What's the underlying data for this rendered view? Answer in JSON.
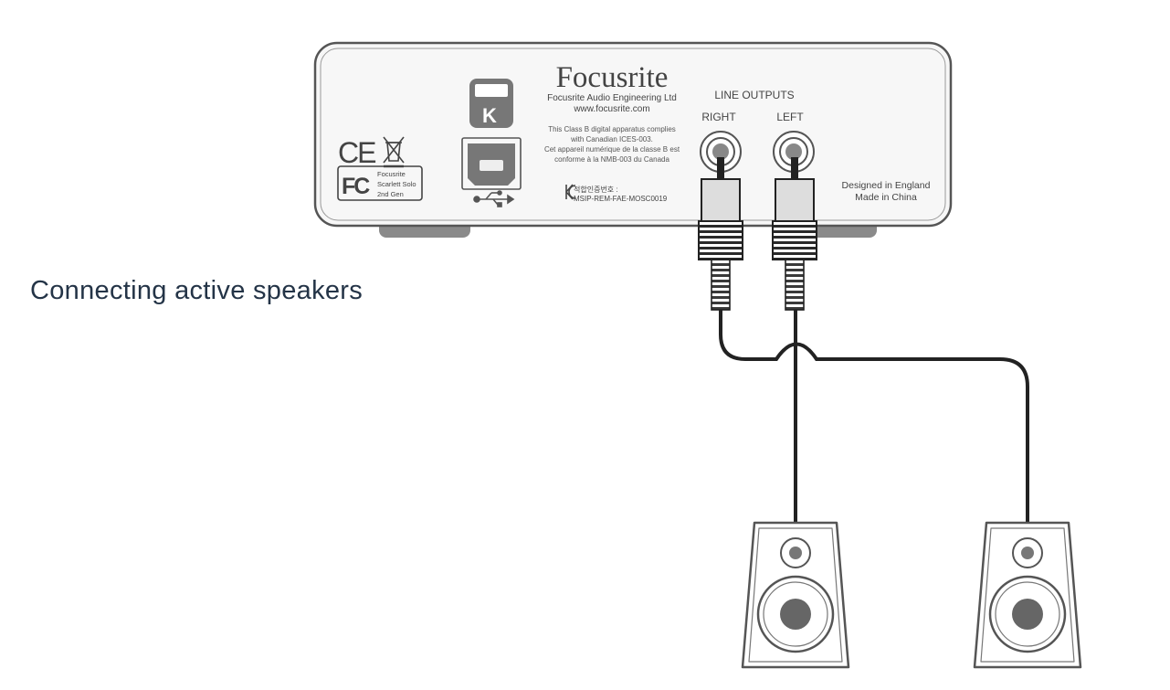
{
  "caption": "Connecting active speakers",
  "device": {
    "brand": "Focusrite",
    "company": "Focusrite Audio Engineering Ltd",
    "website": "www.focusrite.com",
    "notice_lines": [
      "This Class B digital apparatus complies",
      "with Canadian ICES-003.",
      "Cet appareil numérique de la classe B est",
      "conforme à la NMB-003 du Canada"
    ],
    "kc_label": "적합인증번호 :",
    "kc_code": "MSIP-REM-FAE-MOSC0019",
    "fcc_mark": "FC",
    "fcc_model_lines": [
      "Focusrite",
      "Scarlett Solo",
      "2nd Gen"
    ],
    "ce_mark": "CE",
    "kensington_mark": "K",
    "line_outputs_label": "LINE OUTPUTS",
    "right_label": "RIGHT",
    "left_label": "LEFT",
    "origin_lines": [
      "Designed in England",
      "Made in China"
    ]
  },
  "colors": {
    "outline": "#555555",
    "panel_fill": "#f7f7f7",
    "cable": "#222222",
    "speaker_woofer": "#666666",
    "caption_text": "#243447"
  },
  "icons": {
    "kensington": "kensington-lock-icon",
    "usb_port": "usb-b-port-icon",
    "usb_symbol": "usb-symbol-icon",
    "ce": "ce-mark-icon",
    "weee": "weee-bin-icon",
    "fcc": "fcc-logo-icon",
    "kc": "kc-mark-icon"
  }
}
